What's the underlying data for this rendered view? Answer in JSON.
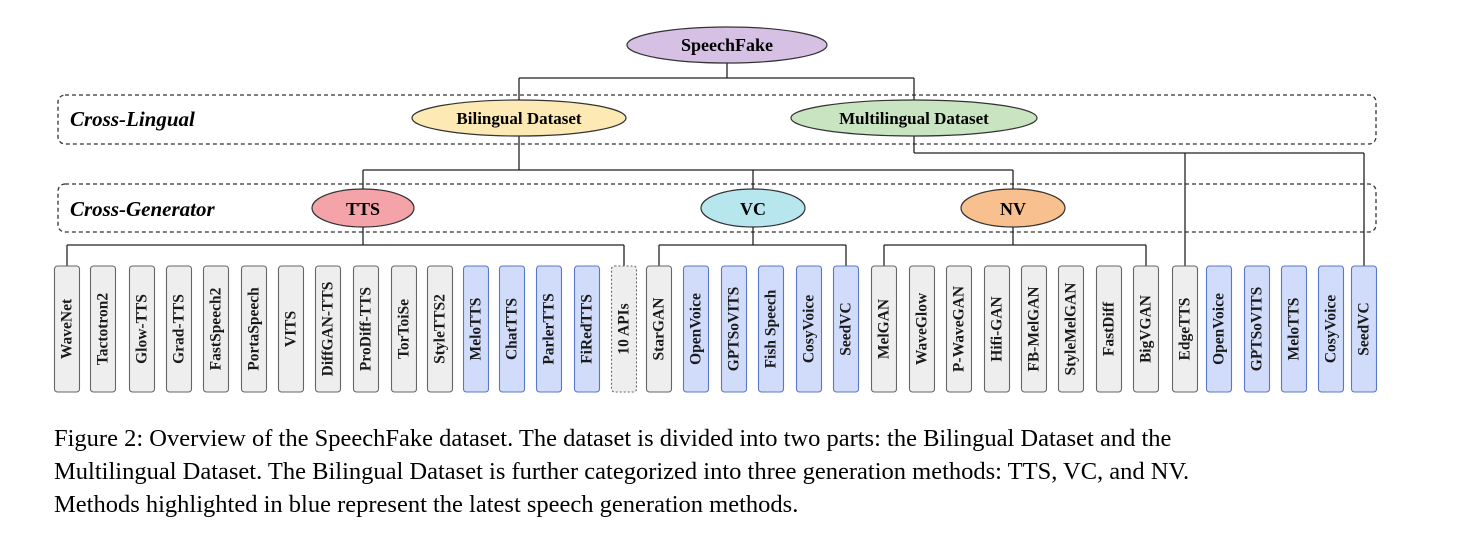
{
  "root": {
    "label": "SpeechFake",
    "color": "#d6c1e4"
  },
  "rows": {
    "cross_lingual": "Cross-Lingual",
    "cross_generator": "Cross-Generator"
  },
  "datasets": [
    {
      "id": "bilingual",
      "label": "Bilingual Dataset",
      "color": "#fde9b3"
    },
    {
      "id": "multilingual",
      "label": "Multilingual Dataset",
      "color": "#c9e4c1"
    }
  ],
  "generators": [
    {
      "id": "tts",
      "label": "TTS",
      "color": "#f4a3a8"
    },
    {
      "id": "vc",
      "label": "VC",
      "color": "#b7e6ee"
    },
    {
      "id": "nv",
      "label": "NV",
      "color": "#f8c08e"
    }
  ],
  "colors": {
    "standard_method": "#eeeeee",
    "latest_method": "#d1dcfb",
    "latest_border": "#5a78c9",
    "standard_border": "#666666"
  },
  "methods": {
    "tts": [
      {
        "label": "WaveNet",
        "latest": false
      },
      {
        "label": "Tactotron2",
        "latest": false
      },
      {
        "label": "Glow-TTS",
        "latest": false
      },
      {
        "label": "Grad-TTS",
        "latest": false
      },
      {
        "label": "FastSpeech2",
        "latest": false
      },
      {
        "label": "PortaSpeech",
        "latest": false
      },
      {
        "label": "VITS",
        "latest": false
      },
      {
        "label": "DiffGAN-TTS",
        "latest": false
      },
      {
        "label": "ProDiff-TTS",
        "latest": false
      },
      {
        "label": "TorToiSe",
        "latest": false
      },
      {
        "label": "StyleTTS2",
        "latest": false
      },
      {
        "label": "MeloTTS",
        "latest": true
      },
      {
        "label": "ChatTTS",
        "latest": true
      },
      {
        "label": "ParlerTTS",
        "latest": true
      },
      {
        "label": "FiRedTTS",
        "latest": true
      },
      {
        "label": "10 APIs",
        "latest": false,
        "dotted": true
      }
    ],
    "vc": [
      {
        "label": "StarGAN",
        "latest": false
      },
      {
        "label": "OpenVoice",
        "latest": true
      },
      {
        "label": "GPTSoVITS",
        "latest": true
      },
      {
        "label": "Fish Speech",
        "latest": true
      },
      {
        "label": "CosyVoice",
        "latest": true
      },
      {
        "label": "SeedVC",
        "latest": true
      }
    ],
    "nv": [
      {
        "label": "MelGAN",
        "latest": false
      },
      {
        "label": "WaveGlow",
        "latest": false
      },
      {
        "label": "P-WaveGAN",
        "latest": false
      },
      {
        "label": "Hifi-GAN",
        "latest": false
      },
      {
        "label": "FB-MelGAN",
        "latest": false
      },
      {
        "label": "StyleMelGAN",
        "latest": false
      },
      {
        "label": "FastDiff",
        "latest": false
      },
      {
        "label": "BigVGAN",
        "latest": false
      }
    ],
    "multilingual": [
      {
        "label": "EdgeTTS",
        "latest": false
      },
      {
        "label": "OpenVoice",
        "latest": true
      },
      {
        "label": "GPTSoVITS",
        "latest": true
      },
      {
        "label": "MeloTTS",
        "latest": true
      },
      {
        "label": "CosyVoice",
        "latest": true
      },
      {
        "label": "SeedVC",
        "latest": true
      }
    ]
  },
  "caption": {
    "line1": "Figure 2: Overview of the SpeechFake dataset. The dataset is divided into two parts: the Bilingual Dataset and the",
    "line2": "Multilingual Dataset. The Bilingual Dataset is further categorized into three generation methods: TTS, VC, and NV.",
    "line3": "Methods highlighted in blue represent the latest speech generation methods."
  }
}
